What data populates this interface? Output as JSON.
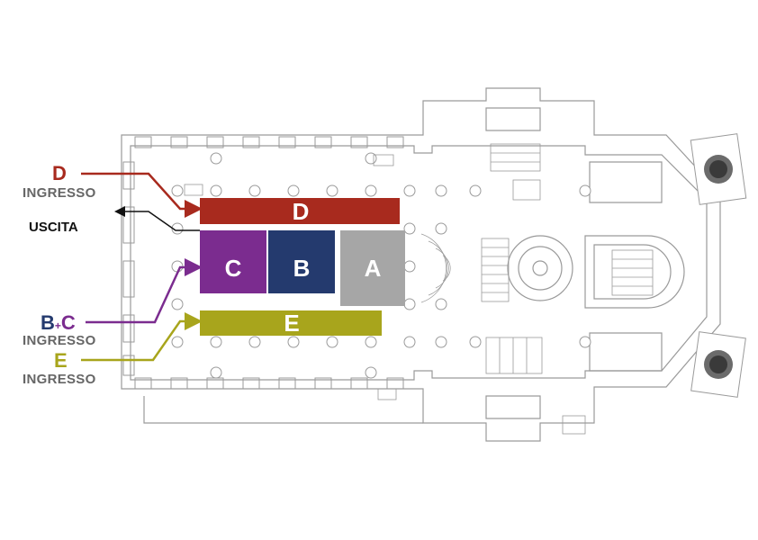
{
  "colors": {
    "D": "#a82a1e",
    "C": "#7b2c8f",
    "B": "#243a6e",
    "A": "#a6a6a6",
    "E": "#a8a51c",
    "exit": "#111111",
    "ingresso_text": "#666666",
    "plan_line": "#9a9a9a"
  },
  "zones": [
    {
      "id": "D",
      "label": "D"
    },
    {
      "id": "C",
      "label": "C"
    },
    {
      "id": "B",
      "label": "B"
    },
    {
      "id": "A",
      "label": "A"
    },
    {
      "id": "E",
      "label": "E"
    }
  ],
  "legend": {
    "d_letter": "D",
    "d_ingresso": "INGRESSO",
    "uscita": "USCITA",
    "bc_b": "B",
    "bc_plus": "+",
    "bc_c": "C",
    "bc_ingresso": "INGRESSO",
    "e_letter": "E",
    "e_ingresso": "INGRESSO"
  }
}
